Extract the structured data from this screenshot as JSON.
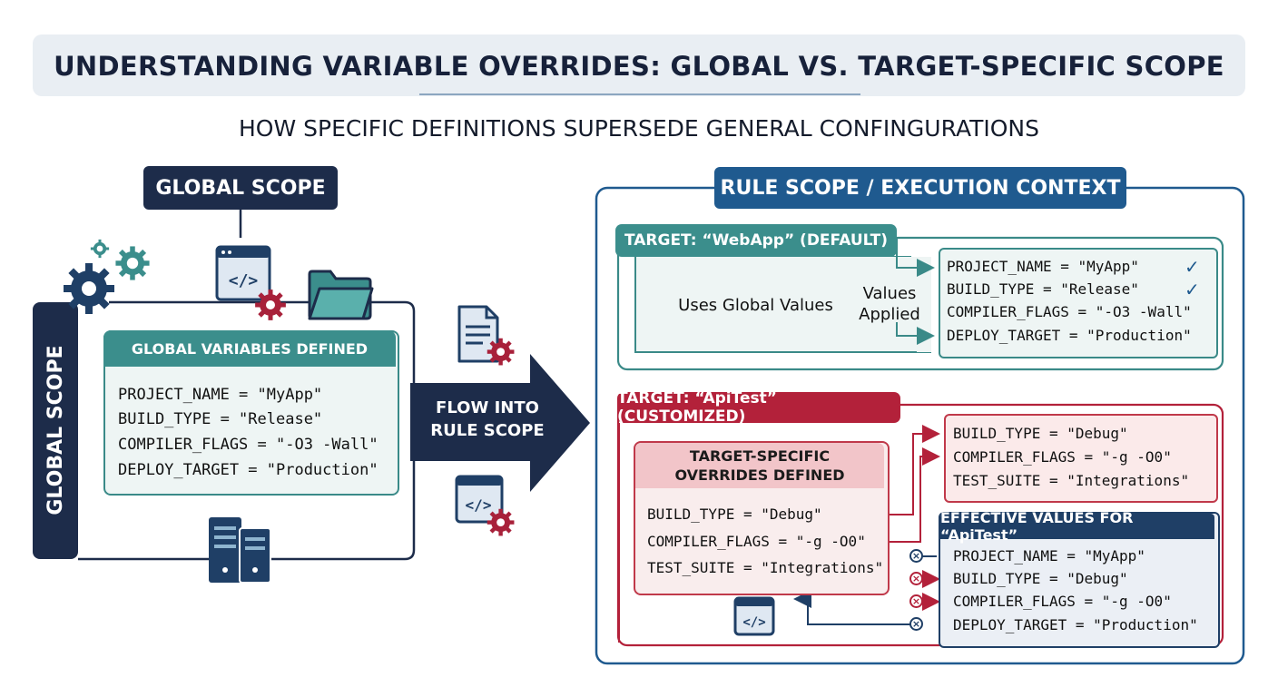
{
  "header": {
    "title": "UNDERSTANDING VARIABLE OVERRIDES: GLOBAL VS. TARGET-SPECIFIC SCOPE",
    "subtitle": "HOW SPECIFIC DEFINITIONS SUPERSEDE GENERAL CONFINGURATIONS"
  },
  "global": {
    "badge": "GLOBAL SCOPE",
    "side_label": "GLOBAL SCOPE",
    "box_title": "GLOBAL VARIABLES DEFINED",
    "vars": [
      "PROJECT_NAME = \"MyApp\"",
      "BUILD_TYPE = \"Release\"",
      "COMPILER_FLAGS = \"-O3 -Wall\"",
      "DEPLOY_TARGET = \"Production\""
    ]
  },
  "flow": {
    "line1": "FLOW INTO",
    "line2": "RULE SCOPE"
  },
  "rule_scope": {
    "badge": "RULE SCOPE / EXECUTION CONTEXT",
    "webapp": {
      "tab": "TARGET: “WebApp” (DEFAULT)",
      "inner_label": "Uses Global Values",
      "applied_line1": "Values",
      "applied_line2": "Applied",
      "values": [
        "PROJECT_NAME = \"MyApp\"",
        "BUILD_TYPE = \"Release\"",
        "COMPILER_FLAGS = \"-O3 -Wall\"",
        "DEPLOY_TARGET = \"Production\""
      ]
    },
    "apitest": {
      "tab": "TARGET: “ApiTest” (CUSTOMIZED)",
      "overrides_title_line1": "TARGET-SPECIFIC",
      "overrides_title_line2": "OVERRIDES DEFINED",
      "overrides": [
        "BUILD_TYPE = \"Debug\"",
        "COMPILER_FLAGS = \"-g -O0\"",
        "TEST_SUITE = \"Integrations\""
      ],
      "override_values": [
        "BUILD_TYPE = \"Debug\"",
        "COMPILER_FLAGS = \"-g -O0\"",
        "TEST_SUITE = \"Integrations\""
      ],
      "effective_title": "EFFECTIVE VALUES FOR “ApiTest”",
      "effective": [
        "PROJECT_NAME = \"MyApp\"",
        "BUILD_TYPE = \"Debug\"",
        "COMPILER_FLAGS = \"-g -O0\"",
        "DEPLOY_TARGET = \"Production\""
      ]
    }
  },
  "colors": {
    "navy": "#1d2c4a",
    "teal": "#3b8e8c",
    "crimson": "#b3213a",
    "blue": "#1f5a8f"
  },
  "icons": [
    "gear-icon",
    "code-window-icon",
    "folder-icon",
    "document-gear-icon",
    "server-icon",
    "check-icon",
    "merge-icon"
  ]
}
